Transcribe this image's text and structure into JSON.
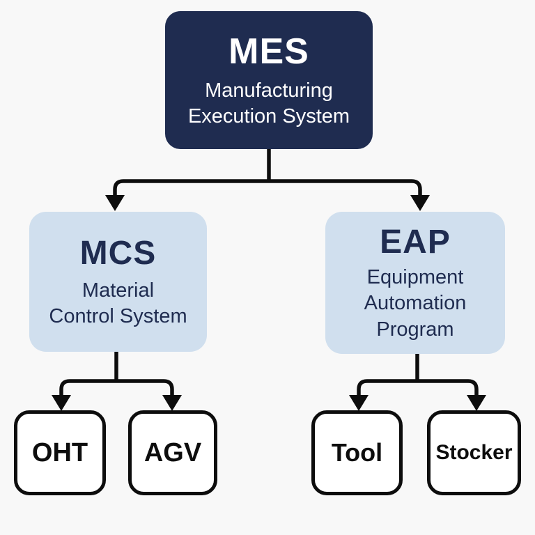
{
  "colors": {
    "background": "#f8f8f8",
    "navy": "#1f2c50",
    "light-blue": "#d0dfee",
    "white-text": "#ffffff",
    "box-white": "#ffffff",
    "line": "#0d0d0d"
  },
  "nodes": {
    "mes": {
      "abbr": "MES",
      "subtitle_lines": [
        "Manufacturing",
        "Execution System"
      ]
    },
    "mcs": {
      "abbr": "MCS",
      "subtitle_lines": [
        "Material",
        "Control System"
      ]
    },
    "eap": {
      "abbr": "EAP",
      "subtitle_lines": [
        "Equipment",
        "Automation",
        "Program"
      ]
    },
    "oht": {
      "label": "OHT"
    },
    "agv": {
      "label": "AGV"
    },
    "tool": {
      "label": "Tool"
    },
    "stocker": {
      "label": "Stocker"
    }
  },
  "edges": [
    {
      "from": "MES",
      "to": "MCS"
    },
    {
      "from": "MES",
      "to": "EAP"
    },
    {
      "from": "MCS",
      "to": "OHT"
    },
    {
      "from": "MCS",
      "to": "AGV"
    },
    {
      "from": "EAP",
      "to": "Tool"
    },
    {
      "from": "EAP",
      "to": "Stocker"
    }
  ]
}
